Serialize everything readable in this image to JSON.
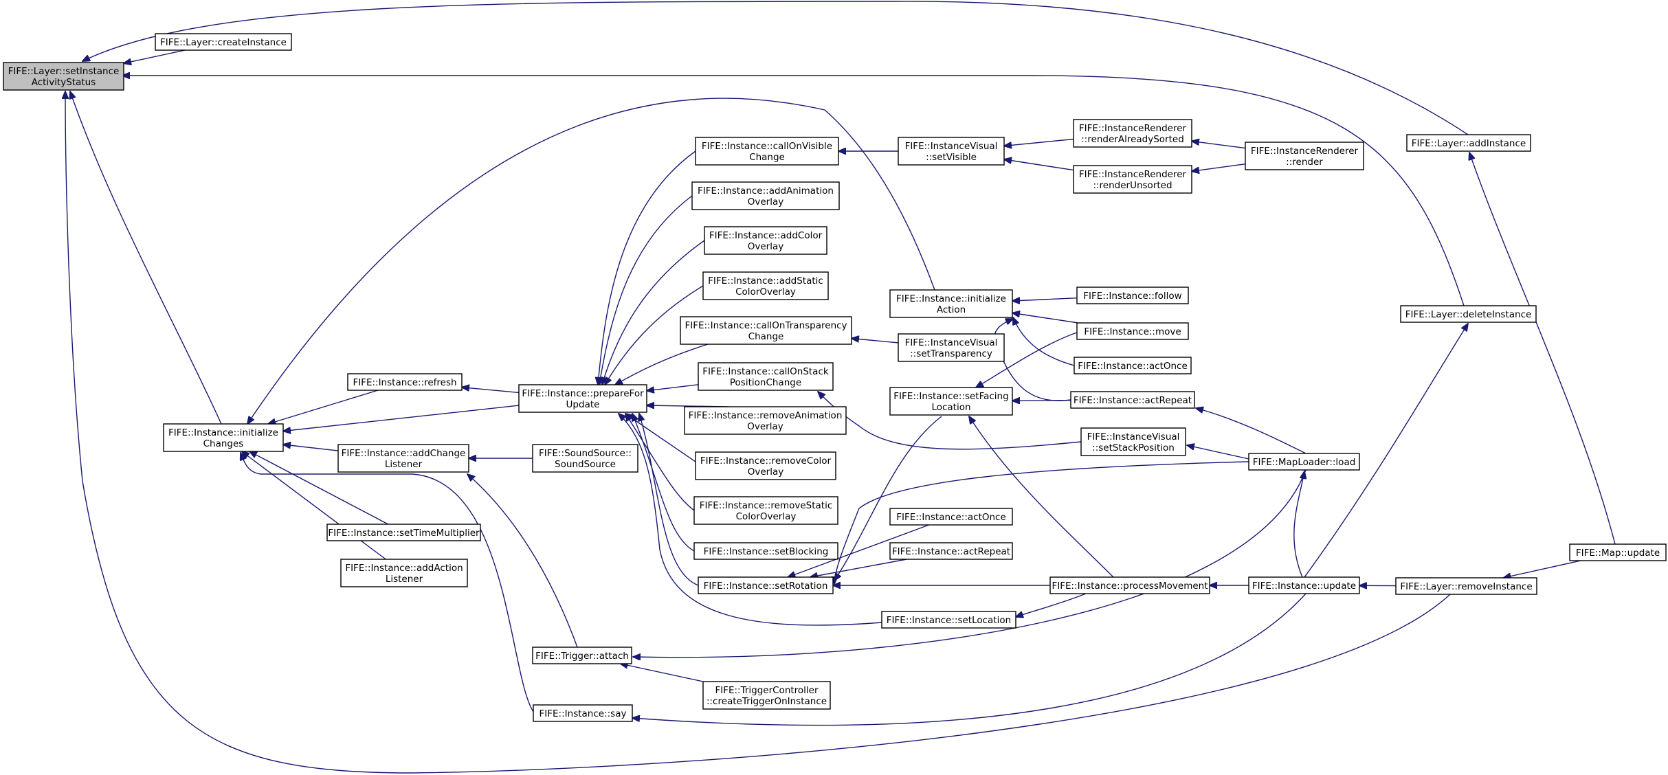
{
  "diagram": {
    "type": "call-graph",
    "edge_color": "#191970",
    "root_fill": "#bfbfbf",
    "nodes": [
      {
        "id": "setActivity",
        "lines": [
          "FIFE::Layer::setInstance",
          "ActivityStatus"
        ],
        "root": true
      },
      {
        "id": "createInstance",
        "lines": [
          "FIFE::Layer::createInstance"
        ]
      },
      {
        "id": "initChanges",
        "lines": [
          "FIFE::Instance::initialize",
          "Changes"
        ]
      },
      {
        "id": "addInstance",
        "lines": [
          "FIFE::Layer::addInstance"
        ]
      },
      {
        "id": "deleteInstance",
        "lines": [
          "FIFE::Layer::deleteInstance"
        ]
      },
      {
        "id": "removeInstance",
        "lines": [
          "FIFE::Layer::removeInstance"
        ]
      },
      {
        "id": "mapUpdate",
        "lines": [
          "FIFE::Map::update"
        ]
      },
      {
        "id": "refresh",
        "lines": [
          "FIFE::Instance::refresh"
        ]
      },
      {
        "id": "prepareForUpdate",
        "lines": [
          "FIFE::Instance::prepareFor",
          "Update"
        ]
      },
      {
        "id": "addChangeListener",
        "lines": [
          "FIFE::Instance::addChange",
          "Listener"
        ]
      },
      {
        "id": "setTimeMultiplier",
        "lines": [
          "FIFE::Instance::setTimeMultiplier"
        ]
      },
      {
        "id": "addActionListener",
        "lines": [
          "FIFE::Instance::addAction",
          "Listener"
        ]
      },
      {
        "id": "say",
        "lines": [
          "FIFE::Instance::say"
        ]
      },
      {
        "id": "soundSource",
        "lines": [
          "FIFE::SoundSource::",
          "SoundSource"
        ]
      },
      {
        "id": "triggerAttach",
        "lines": [
          "FIFE::Trigger::attach"
        ]
      },
      {
        "id": "createTrigger",
        "lines": [
          "FIFE::TriggerController",
          "::createTriggerOnInstance"
        ]
      },
      {
        "id": "callOnVisible",
        "lines": [
          "FIFE::Instance::callOnVisible",
          "Change"
        ]
      },
      {
        "id": "addAnimOverlay",
        "lines": [
          "FIFE::Instance::addAnimation",
          "Overlay"
        ]
      },
      {
        "id": "addColorOverlay",
        "lines": [
          "FIFE::Instance::addColor",
          "Overlay"
        ]
      },
      {
        "id": "addStaticColor",
        "lines": [
          "FIFE::Instance::addStatic",
          "ColorOverlay"
        ]
      },
      {
        "id": "callOnTransparency",
        "lines": [
          "FIFE::Instance::callOnTransparency",
          "Change"
        ]
      },
      {
        "id": "callOnStack",
        "lines": [
          "FIFE::Instance::callOnStack",
          "PositionChange"
        ]
      },
      {
        "id": "removeAnimOverlay",
        "lines": [
          "FIFE::Instance::removeAnimation",
          "Overlay"
        ]
      },
      {
        "id": "removeColorOverlay",
        "lines": [
          "FIFE::Instance::removeColor",
          "Overlay"
        ]
      },
      {
        "id": "removeStaticColor",
        "lines": [
          "FIFE::Instance::removeStatic",
          "ColorOverlay"
        ]
      },
      {
        "id": "setBlocking",
        "lines": [
          "FIFE::Instance::setBlocking"
        ]
      },
      {
        "id": "setRotation",
        "lines": [
          "FIFE::Instance::setRotation"
        ]
      },
      {
        "id": "setLocation",
        "lines": [
          "FIFE::Instance::setLocation"
        ]
      },
      {
        "id": "setVisible",
        "lines": [
          "FIFE::InstanceVisual",
          "::setVisible"
        ]
      },
      {
        "id": "setTransparency",
        "lines": [
          "FIFE::InstanceVisual",
          "::setTransparency"
        ]
      },
      {
        "id": "setStackPosition",
        "lines": [
          "FIFE::InstanceVisual",
          "::setStackPosition"
        ]
      },
      {
        "id": "initAction",
        "lines": [
          "FIFE::Instance::initialize",
          "Action"
        ]
      },
      {
        "id": "setFacing",
        "lines": [
          "FIFE::Instance::setFacing",
          "Location"
        ]
      },
      {
        "id": "actOnce2",
        "lines": [
          "FIFE::Instance::actOnce"
        ]
      },
      {
        "id": "actRepeat2",
        "lines": [
          "FIFE::Instance::actRepeat"
        ]
      },
      {
        "id": "processMovement",
        "lines": [
          "FIFE::Instance::processMovement"
        ]
      },
      {
        "id": "follow",
        "lines": [
          "FIFE::Instance::follow"
        ]
      },
      {
        "id": "move",
        "lines": [
          "FIFE::Instance::move"
        ]
      },
      {
        "id": "actOnce",
        "lines": [
          "FIFE::Instance::actOnce"
        ]
      },
      {
        "id": "actRepeat",
        "lines": [
          "FIFE::Instance::actRepeat"
        ]
      },
      {
        "id": "renderSorted",
        "lines": [
          "FIFE::InstanceRenderer",
          "::renderAlreadySorted"
        ]
      },
      {
        "id": "renderUnsorted",
        "lines": [
          "FIFE::InstanceRenderer",
          "::renderUnsorted"
        ]
      },
      {
        "id": "render",
        "lines": [
          "FIFE::InstanceRenderer",
          "::render"
        ]
      },
      {
        "id": "mapLoad",
        "lines": [
          "FIFE::MapLoader::load"
        ]
      },
      {
        "id": "instUpdate",
        "lines": [
          "FIFE::Instance::update"
        ]
      }
    ],
    "edges": [
      {
        "from": "createInstance",
        "to": "setActivity"
      },
      {
        "from": "addInstance",
        "to": "setActivity"
      },
      {
        "from": "deleteInstance",
        "to": "setActivity"
      },
      {
        "from": "initChanges",
        "to": "setActivity"
      },
      {
        "from": "removeInstance",
        "to": "setActivity"
      },
      {
        "from": "mapUpdate",
        "to": "addInstance"
      },
      {
        "from": "instUpdate",
        "to": "deleteInstance"
      },
      {
        "from": "mapUpdate",
        "to": "removeInstance"
      },
      {
        "from": "removeInstance",
        "to": "instUpdate"
      },
      {
        "from": "refresh",
        "to": "initChanges"
      },
      {
        "from": "prepareForUpdate",
        "to": "initChanges"
      },
      {
        "from": "addChangeListener",
        "to": "initChanges"
      },
      {
        "from": "setTimeMultiplier",
        "to": "initChanges"
      },
      {
        "from": "addActionListener",
        "to": "initChanges"
      },
      {
        "from": "say",
        "to": "initChanges"
      },
      {
        "from": "initAction",
        "to": "initChanges"
      },
      {
        "from": "prepareForUpdate",
        "to": "refresh"
      },
      {
        "from": "soundSource",
        "to": "addChangeListener"
      },
      {
        "from": "triggerAttach",
        "to": "addChangeListener"
      },
      {
        "from": "createTrigger",
        "to": "triggerAttach"
      },
      {
        "from": "mapLoad",
        "to": "triggerAttach"
      },
      {
        "from": "instUpdate",
        "to": "say"
      },
      {
        "from": "callOnVisible",
        "to": "prepareForUpdate"
      },
      {
        "from": "addAnimOverlay",
        "to": "prepareForUpdate"
      },
      {
        "from": "addColorOverlay",
        "to": "prepareForUpdate"
      },
      {
        "from": "addStaticColor",
        "to": "prepareForUpdate"
      },
      {
        "from": "callOnTransparency",
        "to": "prepareForUpdate"
      },
      {
        "from": "callOnStack",
        "to": "prepareForUpdate"
      },
      {
        "from": "removeAnimOverlay",
        "to": "prepareForUpdate"
      },
      {
        "from": "removeColorOverlay",
        "to": "prepareForUpdate"
      },
      {
        "from": "removeStaticColor",
        "to": "prepareForUpdate"
      },
      {
        "from": "setBlocking",
        "to": "prepareForUpdate"
      },
      {
        "from": "setRotation",
        "to": "prepareForUpdate"
      },
      {
        "from": "setLocation",
        "to": "prepareForUpdate"
      },
      {
        "from": "setVisible",
        "to": "callOnVisible"
      },
      {
        "from": "setTransparency",
        "to": "callOnTransparency"
      },
      {
        "from": "setStackPosition",
        "to": "callOnStack"
      },
      {
        "from": "setFacing",
        "to": "setRotation"
      },
      {
        "from": "actOnce2",
        "to": "setRotation"
      },
      {
        "from": "actRepeat2",
        "to": "setRotation"
      },
      {
        "from": "processMovement",
        "to": "setRotation"
      },
      {
        "from": "mapLoad",
        "to": "setRotation"
      },
      {
        "from": "processMovement",
        "to": "setLocation"
      },
      {
        "from": "renderSorted",
        "to": "setVisible"
      },
      {
        "from": "renderUnsorted",
        "to": "setVisible"
      },
      {
        "from": "render",
        "to": "renderSorted"
      },
      {
        "from": "render",
        "to": "renderUnsorted"
      },
      {
        "from": "mapLoad",
        "to": "setStackPosition"
      },
      {
        "from": "follow",
        "to": "initAction"
      },
      {
        "from": "move",
        "to": "initAction"
      },
      {
        "from": "actOnce",
        "to": "initAction"
      },
      {
        "from": "actRepeat",
        "to": "initAction"
      },
      {
        "from": "move",
        "to": "setFacing"
      },
      {
        "from": "actRepeat",
        "to": "setFacing"
      },
      {
        "from": "processMovement",
        "to": "setFacing"
      },
      {
        "from": "mapLoad",
        "to": "actRepeat"
      },
      {
        "from": "instUpdate",
        "to": "processMovement"
      },
      {
        "from": "instUpdate",
        "to": "mapLoad"
      }
    ]
  }
}
